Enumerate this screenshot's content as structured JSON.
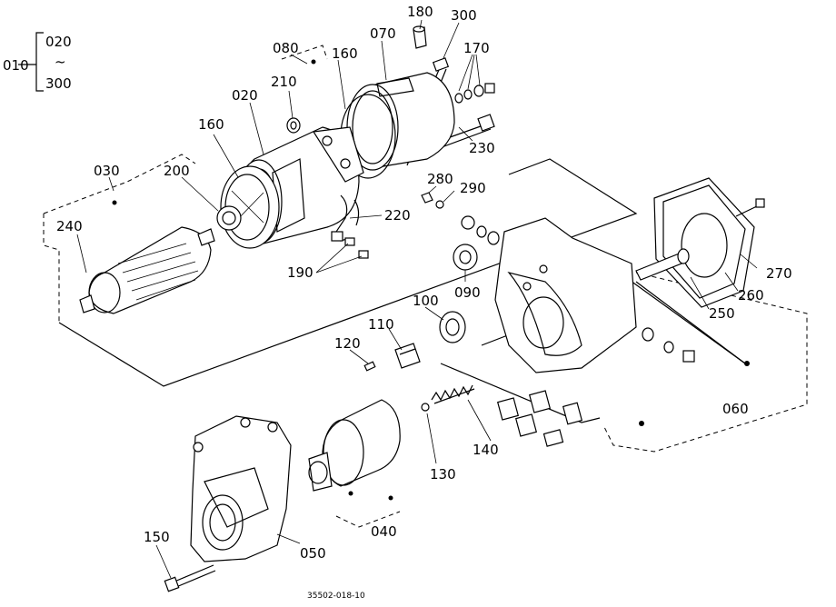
{
  "diagram": {
    "group_label": {
      "parent": "010",
      "from": "020",
      "to": "300",
      "range_mark": "~"
    },
    "labels": {
      "p180": "180",
      "p300": "300",
      "p080": "080",
      "p160a": "160",
      "p070": "070",
      "p170": "170",
      "p210": "210",
      "p020": "020",
      "p160b": "160",
      "p230": "230",
      "p030": "030",
      "p200": "200",
      "p280": "280",
      "p290": "290",
      "p240": "240",
      "p220": "220",
      "p190": "190",
      "p090": "090",
      "p100": "100",
      "p110": "110",
      "p120": "120",
      "p270": "270",
      "p260": "260",
      "p250": "250",
      "p140": "140",
      "p130": "130",
      "p060": "060",
      "p040": "040",
      "p150": "150",
      "p050": "050"
    },
    "footer_code": "35502-018-10"
  }
}
